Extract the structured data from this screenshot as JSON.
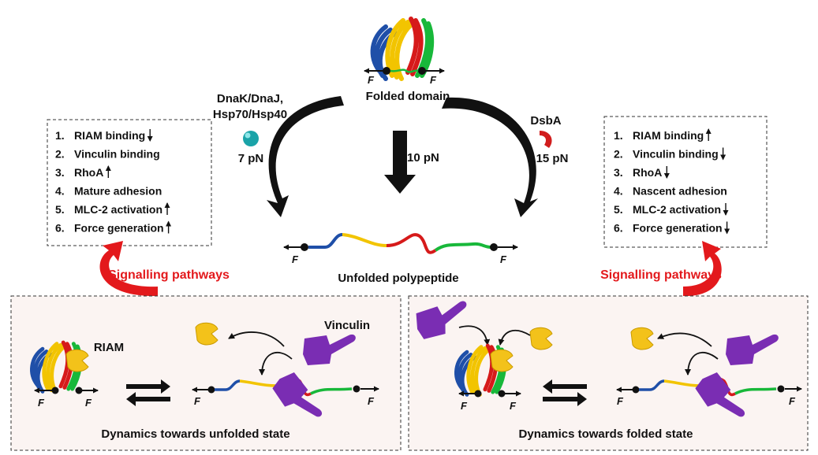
{
  "colors": {
    "helix_blue": "#1f4fa8",
    "helix_yellow": "#f2c400",
    "helix_green": "#18b83a",
    "helix_red": "#d61a1a",
    "riam_gold": "#f3c21a",
    "vinculin_purple": "#7a2db3",
    "chaperone_teal": "#1aa3a8",
    "dsba_red": "#d11d1d",
    "signal_red": "#e3191c",
    "panel_bg": "#fbf4f2"
  },
  "center": {
    "folded_label": "Folded domain",
    "unfolded_label": "Unfolded polypeptide",
    "left_force": "7 pN",
    "middle_force": "10 pN",
    "right_force": "15 pN",
    "chaperone_line1": "DnaK/DnaJ,",
    "chaperone_line2": "Hsp70/Hsp40",
    "oxidoreductase": "DsbA",
    "force_symbol": "F"
  },
  "left_list": {
    "items": [
      {
        "num": "1.",
        "text": "RIAM binding",
        "arrow": "down"
      },
      {
        "num": "2.",
        "text": "Vinculin binding",
        "arrow": ""
      },
      {
        "num": "3.",
        "text": "RhoA",
        "arrow": "up"
      },
      {
        "num": "4.",
        "text": "Mature adhesion",
        "arrow": ""
      },
      {
        "num": "5.",
        "text": "MLC-2 activation",
        "arrow": "up"
      },
      {
        "num": "6.",
        "text": "Force generation",
        "arrow": "up"
      }
    ]
  },
  "right_list": {
    "items": [
      {
        "num": "1.",
        "text": "RIAM binding",
        "arrow": "up"
      },
      {
        "num": "2.",
        "text": "Vinculin binding",
        "arrow": "down"
      },
      {
        "num": "3.",
        "text": "RhoA",
        "arrow": "down"
      },
      {
        "num": "4.",
        "text": "Nascent adhesion",
        "arrow": ""
      },
      {
        "num": "5.",
        "text": "MLC-2 activation",
        "arrow": "down"
      },
      {
        "num": "6.",
        "text": "Force generation",
        "arrow": "down"
      }
    ]
  },
  "signalling_label": "Signalling pathways",
  "bottom_left": {
    "riam_label": "RIAM",
    "vinculin_label": "Vinculin",
    "caption": "Dynamics towards unfolded state"
  },
  "bottom_right": {
    "caption": "Dynamics towards folded state"
  }
}
